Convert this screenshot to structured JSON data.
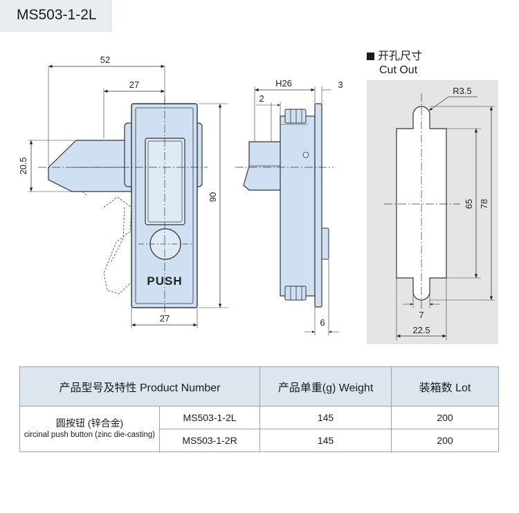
{
  "model_label": "MS503-1-2L",
  "cut_out": {
    "title_cn": "开孔尺寸",
    "title_en": "Cut Out",
    "icon": "black-square"
  },
  "front_view": {
    "push_text": "PUSH",
    "dims": {
      "overall_width": "52",
      "top_width": "27",
      "bottom_width": "27",
      "handle_height": "20.5",
      "height": "90"
    }
  },
  "side_view": {
    "dims": {
      "h": "H26",
      "flange": "3",
      "offset": "2",
      "depth": "6"
    }
  },
  "cutout_dims": {
    "radius": "R3.5",
    "inner_height": "65",
    "total_height": "78",
    "slot_width": "7",
    "width": "22.5"
  },
  "table": {
    "headers": [
      "产品型号及特性 Product Number",
      "产品单重(g) Weight",
      "装箱数 Lot"
    ],
    "category_cn": "圆按钮 (锌合金)",
    "category_en": "circinal push button (zinc die-casting)",
    "rows": [
      {
        "model": "MS503-1-2L",
        "weight": "145",
        "lot": "200"
      },
      {
        "model": "MS503-1-2R",
        "weight": "145",
        "lot": "200"
      }
    ]
  },
  "colors": {
    "part_fill": "#cfe0f2",
    "part_inner": "#dfeaf7",
    "cutout_bg": "#e5e5e5",
    "header_bg": "#dde6ee"
  }
}
